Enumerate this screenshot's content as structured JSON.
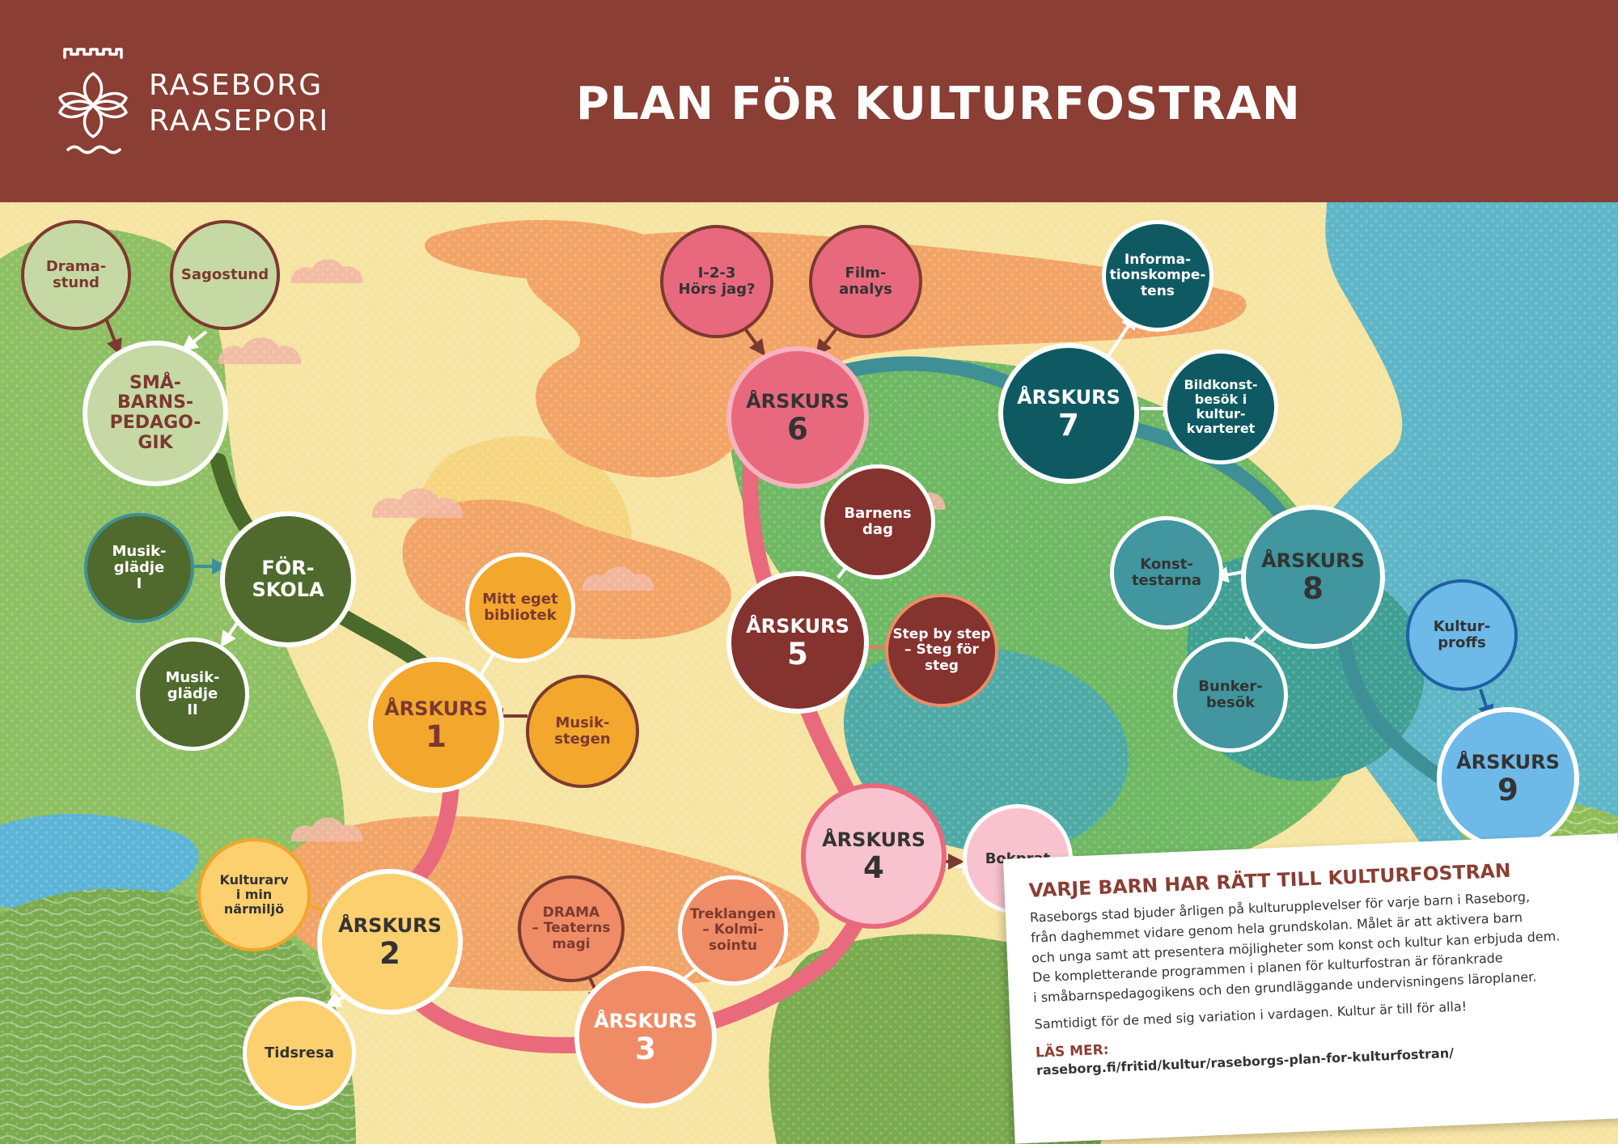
{
  "header": {
    "title": "PLAN FÖR KULTURFOSTRAN",
    "logo_line1": "RASEBORG",
    "logo_line2": "RAASEPORI",
    "background_color": "#8a3e34"
  },
  "nodes": {
    "smabarn": {
      "label": "SMÅ-\nBARNS-\nPEDAGO-\nGIK"
    },
    "dramastund": {
      "label": "Drama-\nstund"
    },
    "sagostund": {
      "label": "Sagostund"
    },
    "forskola": {
      "label": "FÖR-\nSKOLA"
    },
    "musikgladje1": {
      "label": "Musik-\nglädje\nI"
    },
    "musikgladje2": {
      "label": "Musik-\nglädje\nII"
    },
    "arskurs1": {
      "label": "ÅRSKURS",
      "number": "1"
    },
    "mitt_eget_bibliotek": {
      "label": "Mitt eget\nbibliotek"
    },
    "musikstegen": {
      "label": "Musik-\nstegen"
    },
    "arskurs2": {
      "label": "ÅRSKURS",
      "number": "2"
    },
    "kulturarv": {
      "label": "Kulturarv\ni min\nnärmiljö"
    },
    "tidsresa": {
      "label": "Tidsresa"
    },
    "arskurs3": {
      "label": "ÅRSKURS",
      "number": "3"
    },
    "drama_teaterns_magi": {
      "label": "DRAMA\n– Teaterns\nmagi"
    },
    "treklangen": {
      "label": "Treklangen\n– Kolmi-\nsointu"
    },
    "arskurs4": {
      "label": "ÅRSKURS",
      "number": "4"
    },
    "bokprat": {
      "label": "Bokprat"
    },
    "arskurs5": {
      "label": "ÅRSKURS",
      "number": "5"
    },
    "barnens_dag": {
      "label": "Barnens\ndag"
    },
    "step_by_step": {
      "label": "Step by step\n– Steg för\nsteg"
    },
    "arskurs6": {
      "label": "ÅRSKURS",
      "number": "6"
    },
    "i23_hors_jag": {
      "label": "I-2-3\nHörs jag?"
    },
    "filmanalys": {
      "label": "Film-\nanalys"
    },
    "arskurs7": {
      "label": "ÅRSKURS",
      "number": "7"
    },
    "informationskompetens": {
      "label": "Informa-\ntionskompe-\ntens"
    },
    "bildkonst": {
      "label": "Bildkonst-\nbesök i\nkultur-\nkvarteret"
    },
    "arskurs8": {
      "label": "ÅRSKURS",
      "number": "8"
    },
    "konsttestarna": {
      "label": "Konst-\ntestarna"
    },
    "bunkerbesok": {
      "label": "Bunker-\nbesök"
    },
    "arskurs9": {
      "label": "ÅRSKURS",
      "number": "9"
    },
    "kulturproffs": {
      "label": "Kultur-\nproffs"
    }
  },
  "info": {
    "title": "VARJE BARN HAR RÄTT TILL KULTURFOSTRAN",
    "lines": [
      "Raseborgs stad bjuder årligen på kulturupplevelser för varje barn i Raseborg,",
      "från daghemmet vidare genom hela grundskolan. Målet är att aktivera barn",
      "och unga samt att presentera möjligheter som konst och kultur kan erbjuda dem.",
      "De kompletterande programmen i planen för kulturfostran är förankrade",
      "i småbarnspedagogikens och den grundläggande undervisningens läroplaner.",
      "Samtidigt för de med sig variation i vardagen. Kultur är till för alla!"
    ],
    "more_label": "LÄS MER:",
    "url": "raseborg.fi/fritid/kultur/raseborgs-plan-for-kulturfostran/"
  },
  "colors": {
    "brand": "#8a3e34",
    "smabarn": "#c6d8a3",
    "forskola": "#4f6a2c",
    "arskurs1": "#f3a72d",
    "arskurs2": "#fcd06f",
    "arskurs3": "#ef8c66",
    "arskurs4": "#f8c3cf",
    "arskurs5": "#84332e",
    "arskurs6": "#e8697d",
    "arskurs7": "#0f5a62",
    "arskurs8": "#41969f",
    "arskurs9": "#6db9e8"
  }
}
